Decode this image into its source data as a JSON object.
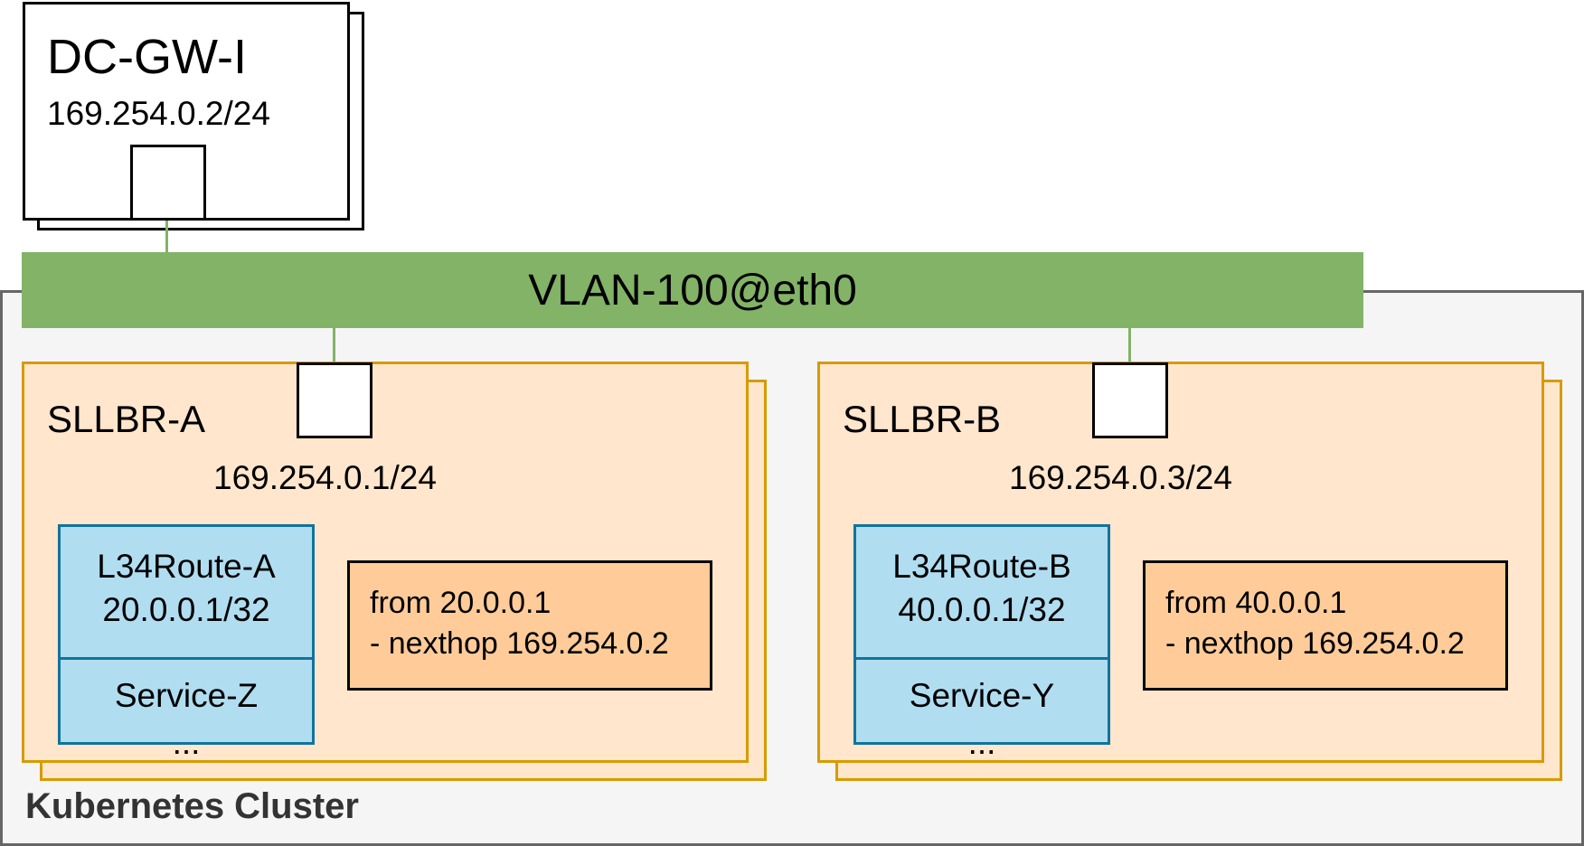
{
  "gateway": {
    "title": "DC-GW-I",
    "ip": "169.254.0.2/24"
  },
  "vlan": {
    "label": "VLAN-100@eth0"
  },
  "cluster": {
    "label": "Kubernetes Cluster"
  },
  "routers": [
    {
      "title": "SLLBR-A",
      "ip": "169.254.0.1/24",
      "route_name": "L34Route-A",
      "route_prefix": "20.0.0.1/32",
      "service": "Service-Z",
      "service_more": "...",
      "rule_from": "from 20.0.0.1",
      "rule_nexthop": "- nexthop 169.254.0.2"
    },
    {
      "title": "SLLBR-B",
      "ip": "169.254.0.3/24",
      "route_name": "L34Route-B",
      "route_prefix": "40.0.0.1/32",
      "service": "Service-Y",
      "service_more": "...",
      "rule_from": "from 40.0.0.1",
      "rule_nexthop": "- nexthop 169.254.0.2"
    }
  ],
  "colors": {
    "vlan_fill": "#82b366",
    "router_fill": "#ffe6cc",
    "router_border": "#d79b00",
    "route_fill": "#b1ddf0",
    "route_border": "#10739e",
    "rule_fill": "#ffcc99",
    "cluster_fill": "#f5f5f5",
    "cluster_border": "#666666"
  }
}
